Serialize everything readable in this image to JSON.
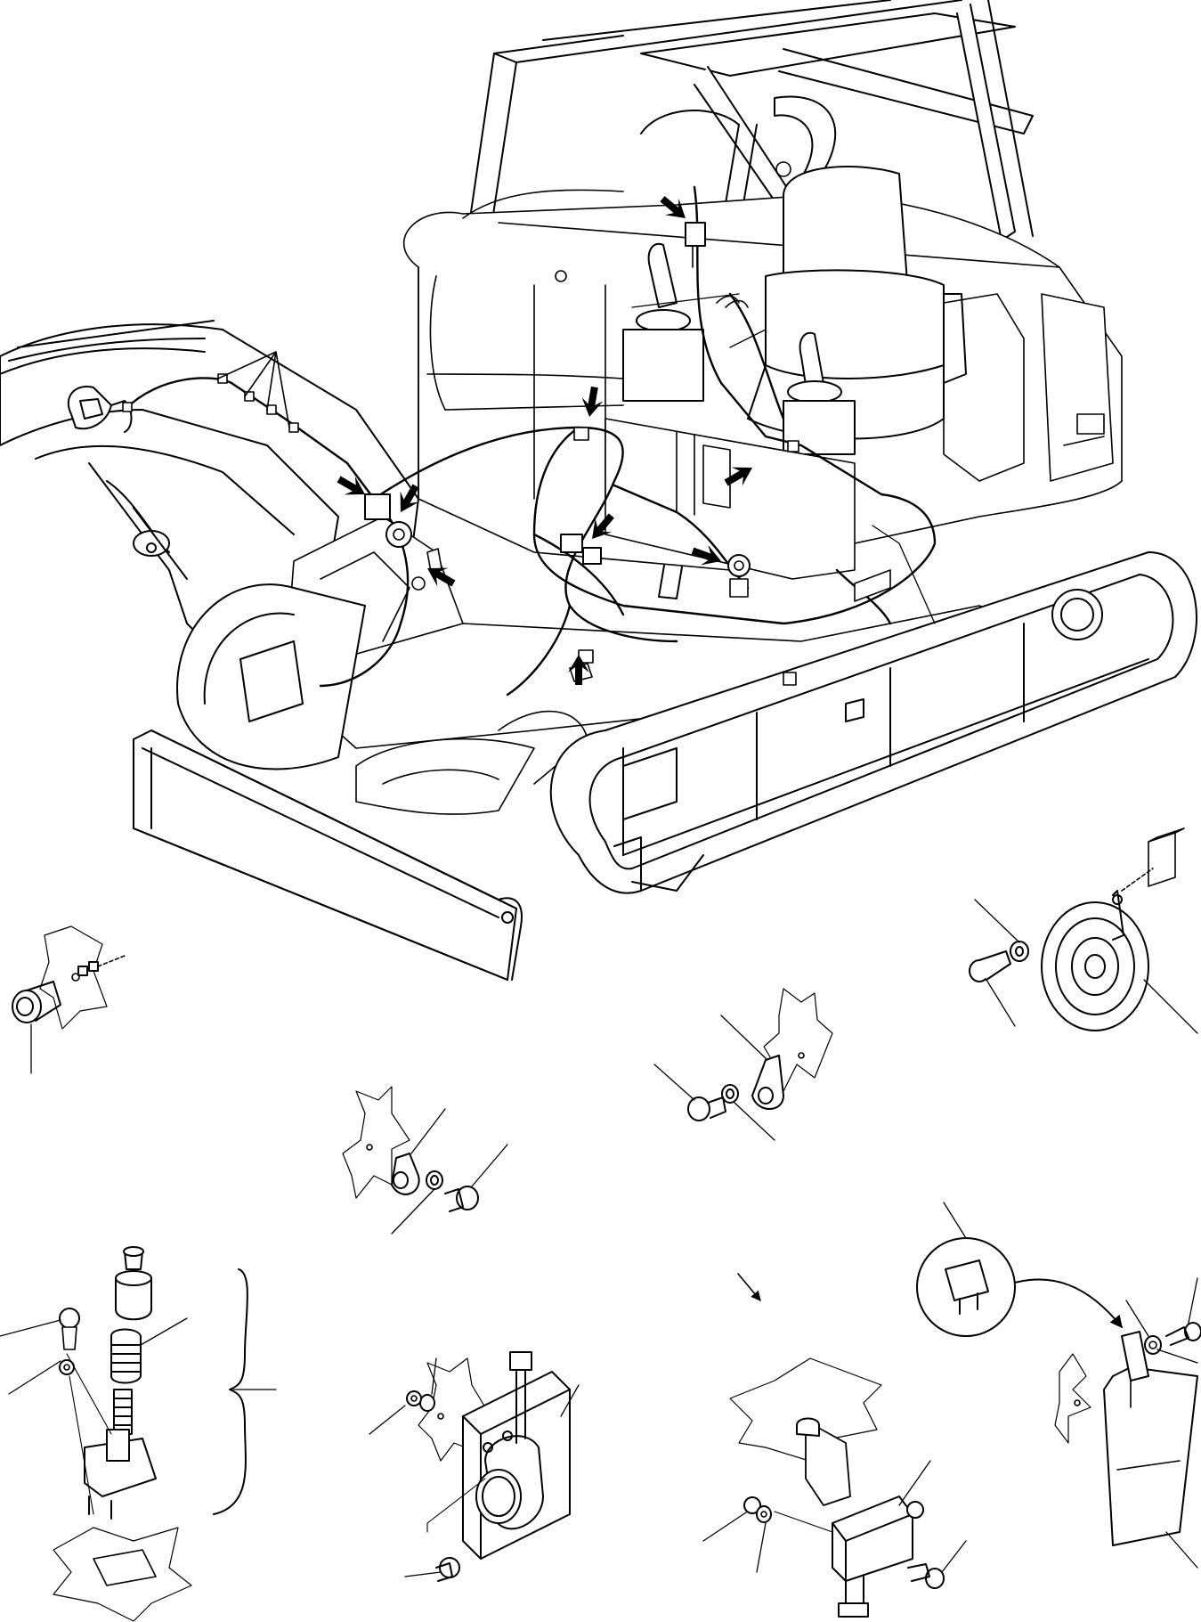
{
  "diagram": {
    "kind": "exploded parts illustration",
    "background": "#ffffff",
    "line_color": "#000000",
    "fill_color": "#ffffff",
    "printed_text": [],
    "callout_arrows": [
      {
        "id": "cab-switch-arrow",
        "points_at": "cab-switch"
      },
      {
        "id": "boom-light-arrow",
        "points_at": "boom-work-light-connector"
      },
      {
        "id": "boom-clamp-arrow-1",
        "points_at": "boom-harness-clamp"
      },
      {
        "id": "boom-clamp-arrow-2",
        "points_at": "boom-harness-clamp"
      },
      {
        "id": "harness-top-arrow",
        "points_at": "harness-clip"
      },
      {
        "id": "relay-arrow",
        "points_at": "relays"
      },
      {
        "id": "console-arrow",
        "points_at": "console-connector"
      },
      {
        "id": "horn-button-arrow",
        "points_at": "pressure-switch"
      },
      {
        "id": "frame-switch-arrow",
        "points_at": "frame-connector"
      }
    ],
    "detail_views": [
      {
        "id": "pressure-switch",
        "icon": "pressure-switch-icon"
      },
      {
        "id": "horn",
        "icon": "horn-icon"
      },
      {
        "id": "clamp-left",
        "icon": "clamp-icon"
      },
      {
        "id": "clamp-right",
        "icon": "clamp-icon"
      },
      {
        "id": "switch-assembly",
        "icon": "switch-icon"
      },
      {
        "id": "work-light",
        "icon": "lamp-icon"
      },
      {
        "id": "relay",
        "icon": "relay-icon"
      },
      {
        "id": "fuse-holder",
        "icon": "fuse-icon"
      }
    ]
  }
}
